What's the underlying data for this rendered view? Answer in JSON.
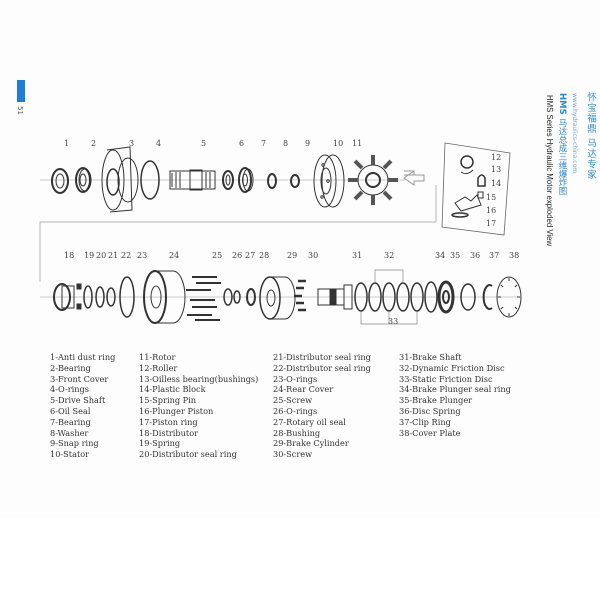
{
  "page": {
    "number": "51",
    "accent_color": "#1f7fd6",
    "side_banner": {
      "brand_slogan": "怀宝福鼎 马达专家",
      "url": "www.hydraulics-china.com",
      "series_short": "HMS",
      "title_cn": "马达总成三维爆炸图",
      "title_en": "HMS Series Hydraulic Motor exploded View"
    }
  },
  "diagram": {
    "top_row_callouts": [
      "1",
      "2",
      "3",
      "4",
      "5",
      "6",
      "7",
      "8",
      "9",
      "10",
      "11"
    ],
    "inset_callouts": [
      "12",
      "13",
      "14",
      "15",
      "16",
      "17"
    ],
    "bottom_row_callouts": [
      "18",
      "19",
      "20",
      "21",
      "22",
      "23",
      "24",
      "25",
      "26",
      "27",
      "28",
      "29",
      "30",
      "31",
      "32",
      "33",
      "34",
      "35",
      "36",
      "37",
      "38"
    ]
  },
  "legend": {
    "columns": [
      [
        "1-Anti dust ring",
        "2-Bearing",
        "3-Front Cover",
        "4-O-rings",
        "5-Drive Shaft",
        "6-Oil Seal",
        "7-Bearing",
        "8-Washer",
        "9-Snap ring",
        "10-Stator"
      ],
      [
        "11-Rotor",
        "12-Roller",
        "13-Oilless bearing(bushings)",
        "14-Plastic Block",
        "15-Spring Pin",
        "16-Plunger Piston",
        "17-Piston ring",
        "18-Distributor",
        "19-Spring",
        "20-Distributor seal ring"
      ],
      [
        "21-Distributor seal ring",
        "22-Distributor seal ring",
        "23-O-rings",
        "24-Rear Cover",
        "25-Screw",
        "26-O-rings",
        "27-Rotary oil seal",
        "28-Bushing",
        "29-Brake Cylinder",
        "30-Screw"
      ],
      [
        "31-Brake Shaft",
        "32-Dynamic Friction Disc",
        "33-Static Friction Disc",
        "34-Brake Plunger seal ring",
        "35-Brake Plunger",
        "36-Disc Spring",
        "37-Clip Ring",
        "38-Cover Plate"
      ]
    ]
  }
}
